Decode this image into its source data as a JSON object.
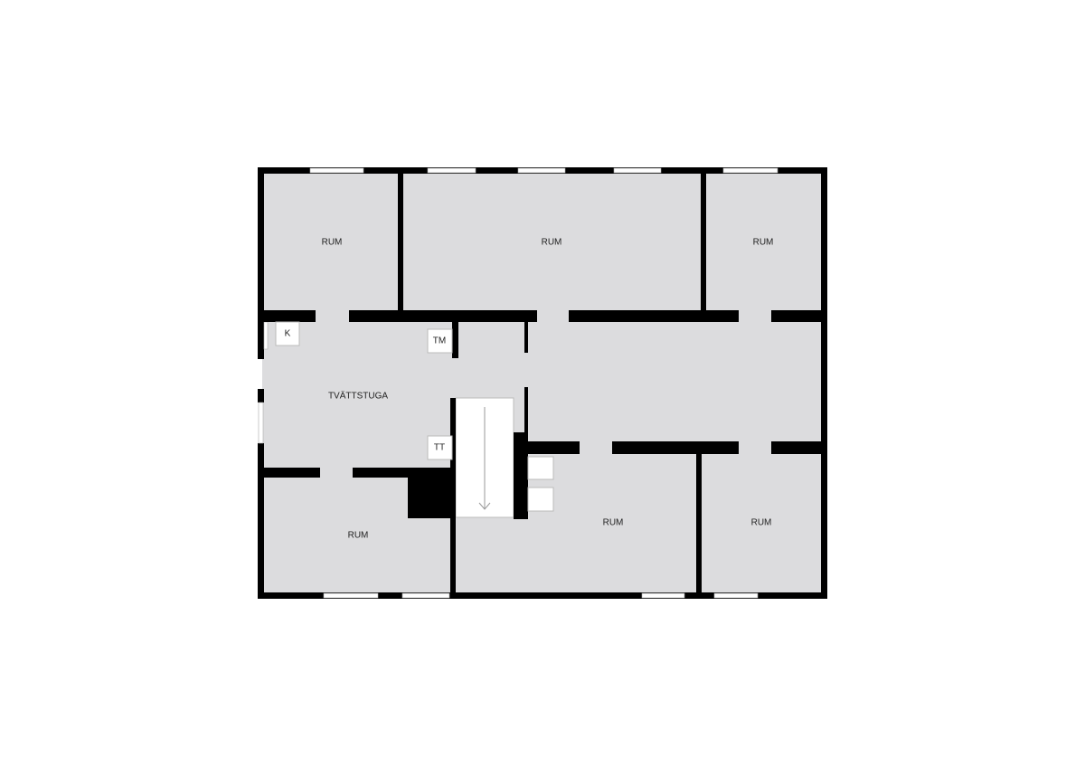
{
  "plan": {
    "rooms": [
      {
        "label": "RUM"
      },
      {
        "label": "RUM"
      },
      {
        "label": "RUM"
      },
      {
        "label": "TVÄTTSTUGA"
      },
      {
        "label": "RUM"
      },
      {
        "label": "RUM"
      },
      {
        "label": "RUM"
      }
    ],
    "fixtures": [
      {
        "label": "K"
      },
      {
        "label": "TM"
      },
      {
        "label": "TT"
      }
    ]
  }
}
